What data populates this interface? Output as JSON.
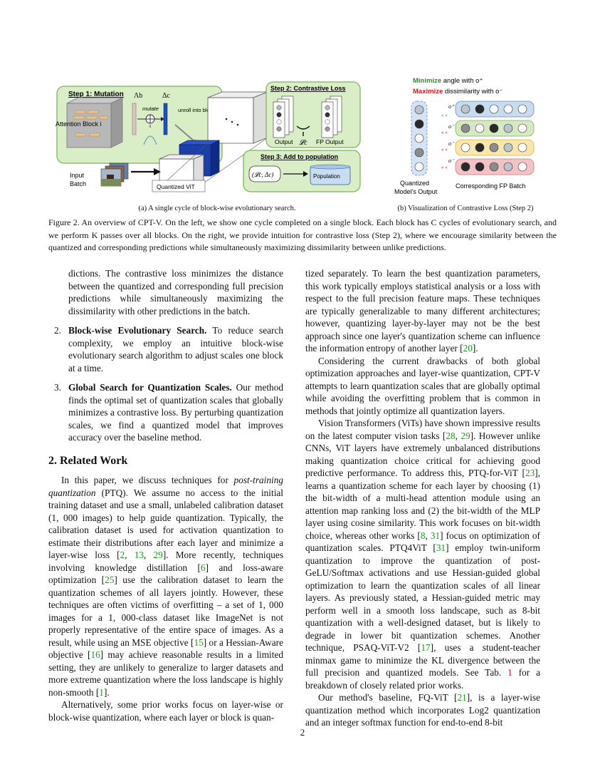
{
  "figure": {
    "left": {
      "step1_title": "Step 1: Mutation",
      "lambda_label": "Λb",
      "delta_label": "Δc",
      "mutate_label": "mutate",
      "attention_block_label": "Attention Block i",
      "unroll_label": "unroll into block i",
      "input_label": "Input Batch",
      "vit_label": "Quantized ViT",
      "step2_title": "Step 2: Contrastive Loss",
      "output_label": "Output",
      "loss_label": "𝓛c",
      "fp_output_label": "FP Output",
      "step3_title": "Step 3: Add to population",
      "tuple_label": "(𝓛c, Δc)",
      "population_label": "Population"
    },
    "right": {
      "minimize_word": "Minimize",
      "minimize_rest": " angle with o⁺",
      "maximize_word": "Maximize",
      "maximize_rest": " dissimilarity with  o⁻",
      "o_plus": "o⁺",
      "o_minus": "o⁻",
      "quantized_label": "Quantized Model's Output",
      "fp_batch_label": "Corresponding FP Batch",
      "colors": {
        "green": "#2f8a2f",
        "red": "#c81a1a",
        "row1": "#c8dcef",
        "row2": "#d6e9c2",
        "row3": "#fbe6ac",
        "row4": "#f3c2c6"
      }
    },
    "sub_a": "(a) A single cycle of block-wise evolutionary search.",
    "sub_b": "(b) Visualization of Contrastive Loss (Step 2)"
  },
  "caption": "Figure 2. An overview of CPT-V. On the left, we show one cycle completed on a single block. Each block has C cycles of evolutionary search, and we perform K passes over all blocks. On the right, we provide intuition for contrastive loss (Step 2), where we encourage similarity between the quantized and corresponding predictions while simultaneously maximizing dissimilarity between unlike predictions.",
  "left_col": {
    "item1_cont": "dictions. The contrastive loss minimizes the distance between the quantized and corresponding full precision predictions while simultaneously maximizing the dissimilarity with other predictions in the batch.",
    "item2_num": "2.",
    "item2_title": "Block-wise Evolutionary Search.",
    "item2_text": " To reduce search complexity, we employ an intuitive block-wise evolutionary search algorithm to adjust scales one block at a time.",
    "item3_num": "3.",
    "item3_title": "Global Search for Quantization Scales.",
    "item3_text": " Our method finds the optimal set of quantization scales that globally minimizes a contrastive loss. By perturbing quantization scales, we find a quantized model that improves accuracy over the baseline method.",
    "section_title": "2. Related Work",
    "p1": {
      "a": "In this paper, we discuss techniques for ",
      "b": "post-training quantization",
      "c": " (PTQ). We assume no access to the initial training dataset and use a small, unlabeled calibration dataset (1, 000 images) to help guide quantization. Typically, the calibration dataset is used for activation quantization to estimate their distributions after each layer and minimize a layer-wise loss [",
      "cite1": "2",
      "cite2": "13",
      "cite3": "29",
      "d": "]. More recently, techniques involving knowledge distillation [",
      "cite4": "6",
      "e": "] and loss-aware optimization [",
      "cite5": "25",
      "f": "] use the calibration dataset to learn the quantization schemes of all layers jointly. However, these techniques are often victims of overfitting – a set of 1, 000 images for a 1, 000-class dataset like ImageNet is not properly representative of the entire space of images. As a result, while using an MSE objective [",
      "cite6": "15",
      "g": "] or a Hessian-Aware objective [",
      "cite7": "16",
      "h": "] may achieve reasonable results in a limited setting, they are unlikely to generalize to larger datasets and more extreme quantization where the loss landscape is highly non-smooth [",
      "cite8": "1",
      "i": "]."
    },
    "p2": "Alternatively, some prior works focus on layer-wise or block-wise quantization, where each layer or block is quan-"
  },
  "right_col": {
    "p1": {
      "a": "tized separately. To learn the best quantization parameters, this work typically employs statistical analysis or a loss with respect to the full precision feature maps. These techniques are typically generalizable to many different architectures; however, quantizing layer-by-layer may not be the best approach since one layer's quantization scheme can influence the information entropy of another layer [",
      "cite1": "20",
      "b": "]."
    },
    "p2": "Considering the current drawbacks of both global optimization approaches and layer-wise quantization, CPT-V attempts to learn quantization scales that are globally optimal while avoiding the overfitting problem that is common in methods that jointly optimize all quantization layers.",
    "p3": {
      "a": "Vision Transformers (ViTs) have shown impressive results on the latest computer vision tasks [",
      "cite1": "28",
      "cite2": "29",
      "b": "]. However unlike CNNs, ViT layers have extremely unbalanced distributions making quantization choice critical for achieving good predictive performance. To address this, PTQ-for-ViT [",
      "cite3": "23",
      "c": "], learns a quantization scheme for each layer by choosing (1) the bit-width of a multi-head attention module using an attention map ranking loss and (2) the bit-width of the MLP layer using cosine similarity. This work focuses on bit-width choice, whereas other works [",
      "cite4": "8",
      "cite5": "31",
      "d": "] focus on optimization of quantization scales. PTQ4ViT [",
      "cite6": "31",
      "e": "] employ twin-uniform quantization to improve the quantization of post-GeLU/Softmax activations and use Hessian-guided global optimization to learn the quantization scales of all linear layers. As previously stated, a Hessian-guided metric may perform well in a smooth loss landscape, such as 8-bit quantization with a well-designed dataset, but is likely to degrade in lower bit quantization schemes. Another technique, PSAQ-ViT-V2 [",
      "cite7": "17",
      "f": "], uses a student-teacher minmax game to minimize the KL divergence between the full precision and quantized models. See Tab. ",
      "tab": "1",
      "g": " for a breakdown of closely related prior works."
    },
    "p4": {
      "a": "Our method's baseline, FQ-ViT [",
      "cite1": "21",
      "b": "], is a layer-wise quantization method which incorporates Log2 quantization and an integer softmax function for end-to-end 8-bit"
    }
  },
  "page_number": "2"
}
